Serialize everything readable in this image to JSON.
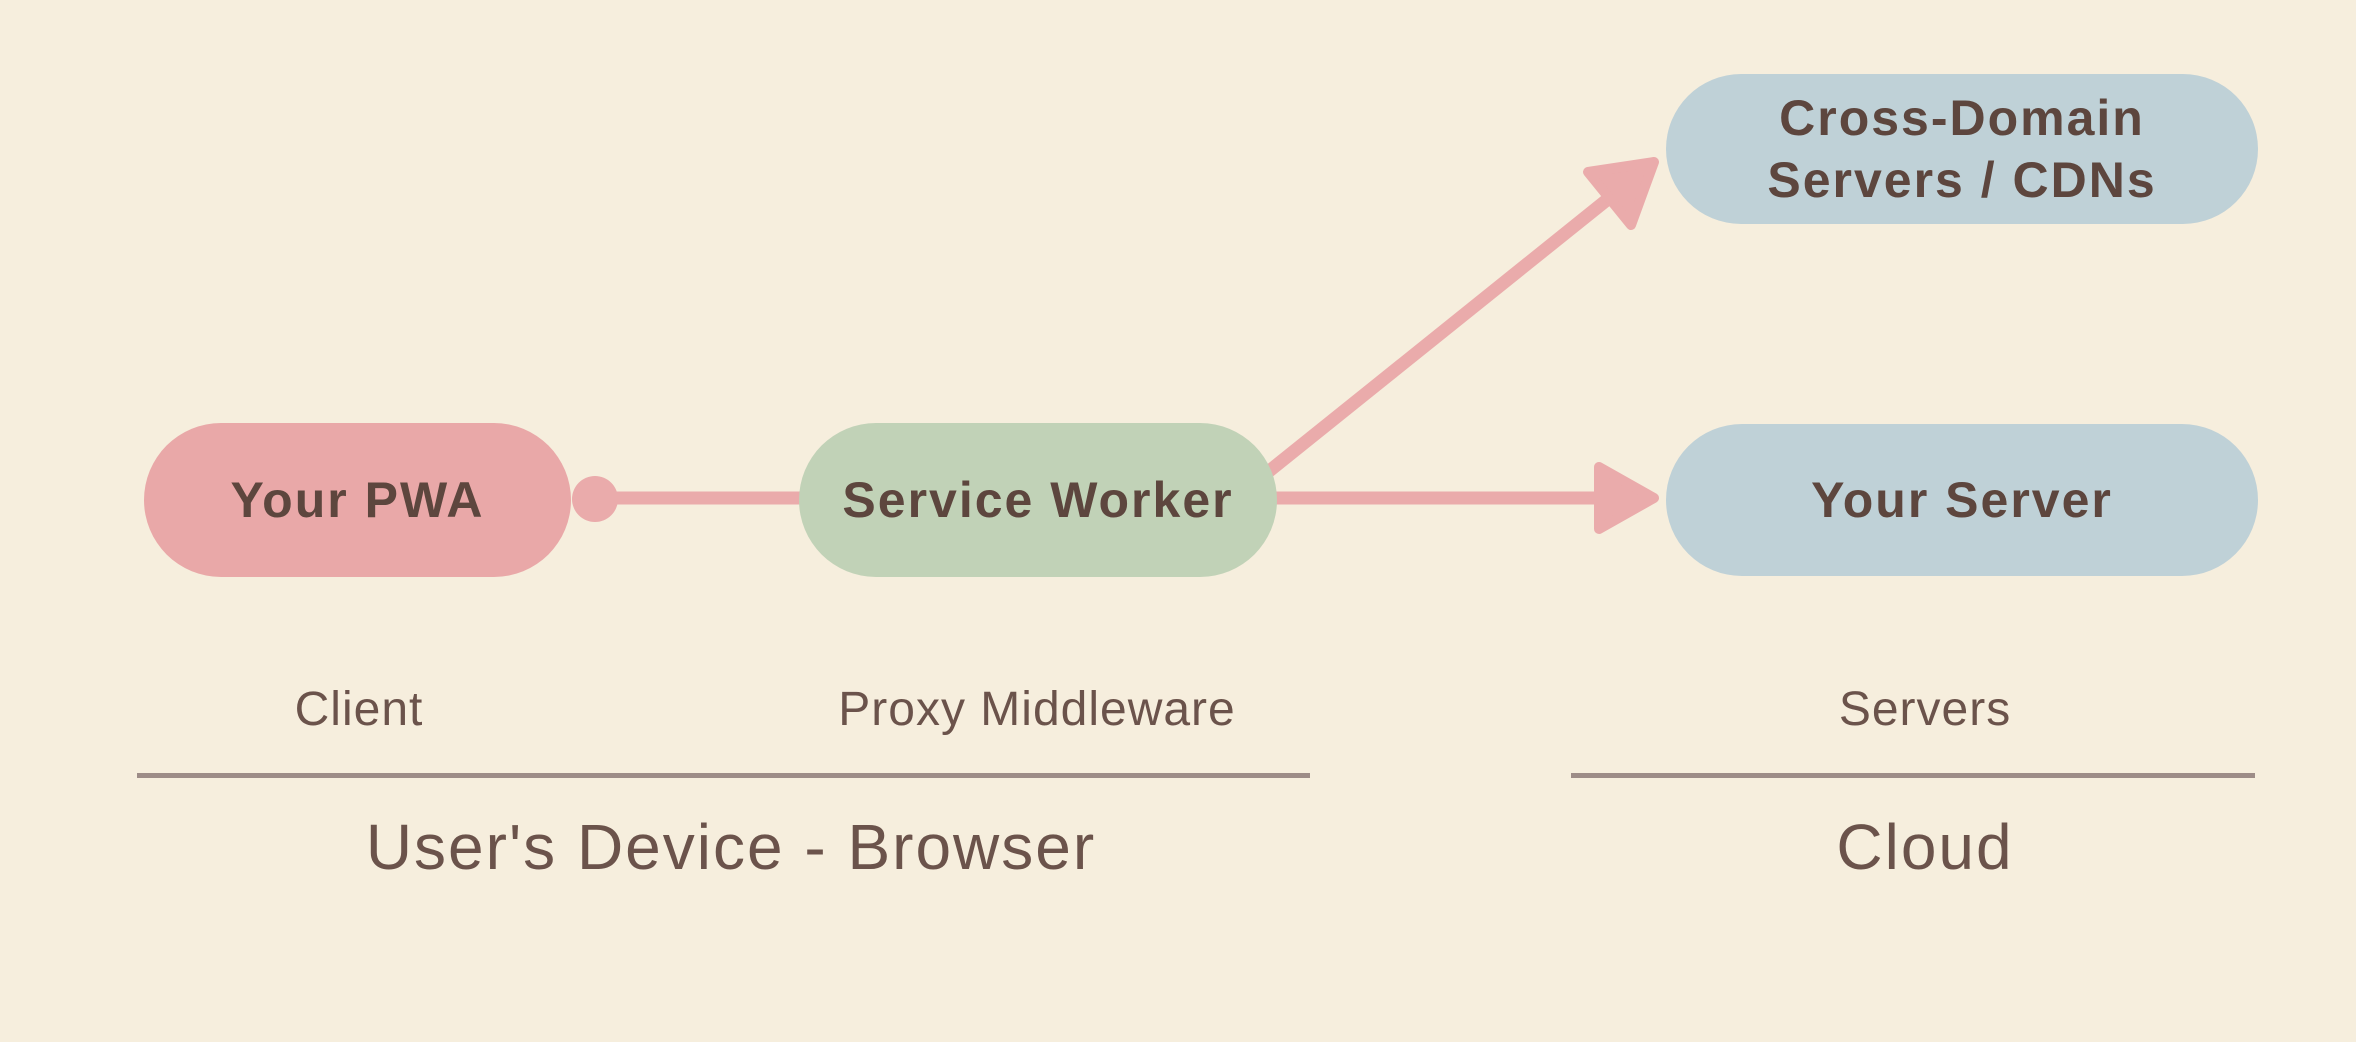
{
  "colors": {
    "background": "#f6eedd",
    "pwa_pill": "#e9a8a8",
    "service_worker_pill": "#c1d2b7",
    "server_pill": "#bfd1d7",
    "arrow": "#eaabab",
    "node_text": "#5d463e",
    "label_text": "#6b534b",
    "divider": "#9d8c87"
  },
  "nodes": {
    "pwa": {
      "label": "Your PWA"
    },
    "service_worker": {
      "label": "Service Worker"
    },
    "cross_domain": {
      "label": "Cross-Domain\nServers / CDNs"
    },
    "your_server": {
      "label": "Your Server"
    }
  },
  "labels": {
    "client": "Client",
    "proxy_middleware": "Proxy Middleware",
    "servers": "Servers",
    "users_device": "User's Device - Browser",
    "cloud": "Cloud"
  }
}
